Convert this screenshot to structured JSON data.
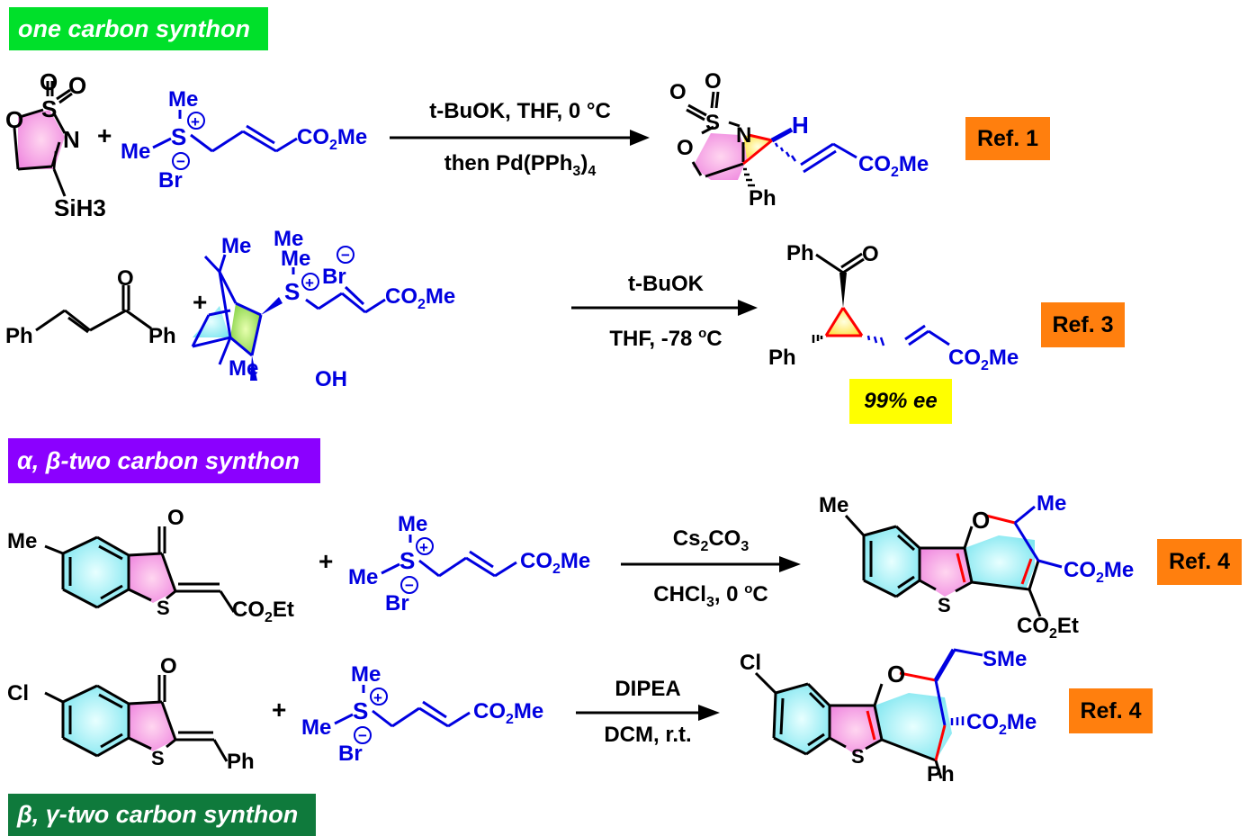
{
  "sections": {
    "one_carbon": {
      "label": "one carbon synthon",
      "color": "#00e02a"
    },
    "alpha_beta": {
      "label": "α, β-two carbon synthon",
      "color": "#8b00ff"
    },
    "beta_gamma": {
      "label": "β, γ-two carbon synthon",
      "color": "#0f7a3c"
    }
  },
  "colors": {
    "reagent": "#0000e0",
    "bond_highlight": "#ff0000",
    "ref_badge": "#ff7f0e",
    "ee_badge": "#ffff00"
  },
  "reactions": [
    {
      "substrate": {
        "atoms": [
          "O",
          "O",
          "S",
          "O",
          "N",
          "SiH3"
        ]
      },
      "plus": "+",
      "reagent": {
        "me_top": "Me",
        "me_left": "Me",
        "s": "S",
        "plus_charge": "+",
        "minus_charge": "−",
        "br": "Br",
        "ester": "CO2Me"
      },
      "conditions_top": "t-BuOK, THF, 0 °C",
      "conditions_bottom": "then Pd(PPh3)4",
      "product": {
        "h": "H",
        "ester": "CO2Me",
        "ph": "Ph",
        "n": "N",
        "s": "S"
      },
      "ref": "Ref. 1"
    },
    {
      "substrate": {
        "left": "Ph",
        "right": "Ph",
        "o": "O"
      },
      "plus": "+",
      "reagent": {
        "me1": "Me",
        "me2": "Me",
        "me3": "Me",
        "me_s": "Me",
        "s": "S",
        "br": "Br",
        "oh": "OH",
        "ester": "CO2Me"
      },
      "conditions_top": "t-BuOK",
      "conditions_bottom": "THF, -78 °C",
      "product": {
        "ph_top": "Ph",
        "o": "O",
        "ph_left": "Ph",
        "ester": "CO2Me"
      },
      "ee": "99% ee",
      "ref": "Ref. 3"
    },
    {
      "substrate": {
        "me": "Me",
        "o": "O",
        "s": "S",
        "ester": "CO2Et"
      },
      "plus": "+",
      "reagent": {
        "me_top": "Me",
        "me_left": "Me",
        "s": "S",
        "br": "Br",
        "ester": "CO2Me"
      },
      "conditions_top": "Cs2CO3",
      "conditions_bottom": "CHCl3, 0 °C",
      "product": {
        "me_ar": "Me",
        "o": "O",
        "me": "Me",
        "ester_me": "CO2Me",
        "ester_et": "CO2Et",
        "s": "S"
      },
      "ref": "Ref. 4"
    },
    {
      "substrate": {
        "cl": "Cl",
        "o": "O",
        "s": "S",
        "ph": "Ph"
      },
      "plus": "+",
      "reagent": {
        "me_top": "Me",
        "me_left": "Me",
        "s": "S",
        "br": "Br",
        "ester": "CO2Me"
      },
      "conditions_top": "DIPEA",
      "conditions_bottom": "DCM, r.t.",
      "product": {
        "cl": "Cl",
        "o": "O",
        "sme": "SMe",
        "ester": "CO2Me",
        "ph": "Ph",
        "s": "S"
      },
      "ref": "Ref. 4"
    }
  ]
}
